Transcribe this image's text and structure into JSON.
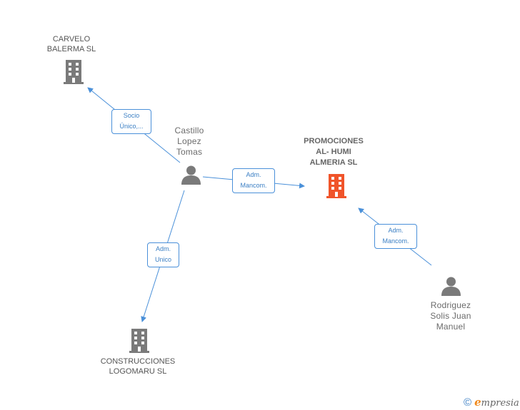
{
  "nodes": {
    "carvelo": {
      "lines": [
        "CARVELO",
        "BALERMA SL"
      ],
      "type": "company"
    },
    "castillo": {
      "lines": [
        "Castillo",
        "Lopez",
        "Tomas"
      ],
      "type": "person"
    },
    "promociones": {
      "lines": [
        "PROMOCIONES",
        "AL- HUMI",
        "ALMERIA SL"
      ],
      "type": "company-main"
    },
    "rodriguez": {
      "lines": [
        "Rodriguez",
        "Solis Juan",
        "Manuel"
      ],
      "type": "person"
    },
    "construcciones": {
      "lines": [
        "CONSTRUCCIONES",
        "LOGOMARU SL"
      ],
      "type": "company"
    }
  },
  "edges": {
    "castillo_carvelo": {
      "lines": [
        "Socio",
        "Único,..."
      ]
    },
    "castillo_promociones": {
      "lines": [
        "Adm.",
        "Mancom."
      ]
    },
    "castillo_construcciones": {
      "lines": [
        "Adm.",
        "Unico"
      ]
    },
    "rodriguez_promociones": {
      "lines": [
        "Adm.",
        "Mancom."
      ]
    }
  },
  "colors": {
    "company": "#7a7a7a",
    "company_main": "#f0542a",
    "person": "#7a7a7a",
    "edge": "#4a90d9"
  },
  "icons": {
    "company": "building-icon",
    "person": "person-icon",
    "copyright": "copyright-icon"
  },
  "footer": {
    "copyright": "©",
    "brand_initial": "e",
    "brand_rest": "mpresia"
  }
}
